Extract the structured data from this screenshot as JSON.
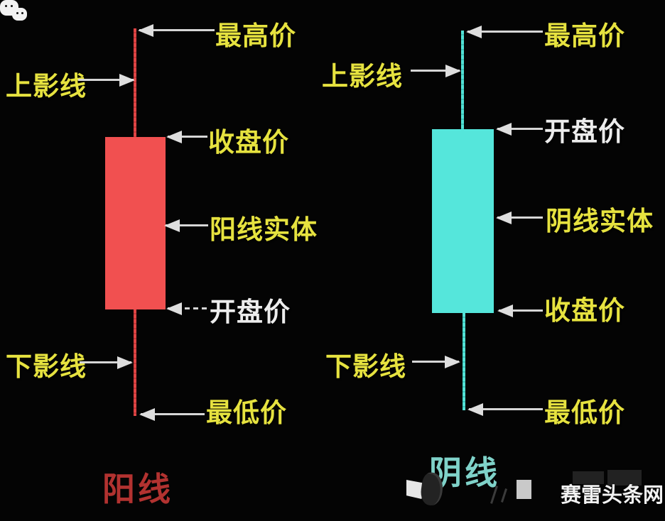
{
  "diagram": {
    "left_candle": {
      "type_label": "阳线",
      "annotations": {
        "highest": "最高价",
        "upper_shadow": "上影线",
        "close": "收盘价",
        "body": "阳线实体",
        "open": "开盘价",
        "lower_shadow": "下影线",
        "lowest": "最低价"
      },
      "body_color": "#f15050",
      "wick_color": "#d94242",
      "title_color": "#b23230"
    },
    "right_candle": {
      "type_label": "阴线",
      "annotations": {
        "highest": "最高价",
        "upper_shadow": "上影线",
        "open": "开盘价",
        "body": "阴线实体",
        "close": "收盘价",
        "lower_shadow": "下影线",
        "lowest": "最低价"
      },
      "body_color": "#55e6db",
      "wick_color": "#46d4c9",
      "title_color": "#7fd2c9"
    },
    "label_colors": {
      "yellow": "#e6e23f",
      "white": "#ececec",
      "arrow": "#d6d6d6"
    },
    "background_color": "#040404"
  },
  "watermark": {
    "site_name": "赛雷头条网",
    "icons": [
      "folded-logo-icon",
      "eagle-icon",
      "wechat-icon"
    ]
  }
}
